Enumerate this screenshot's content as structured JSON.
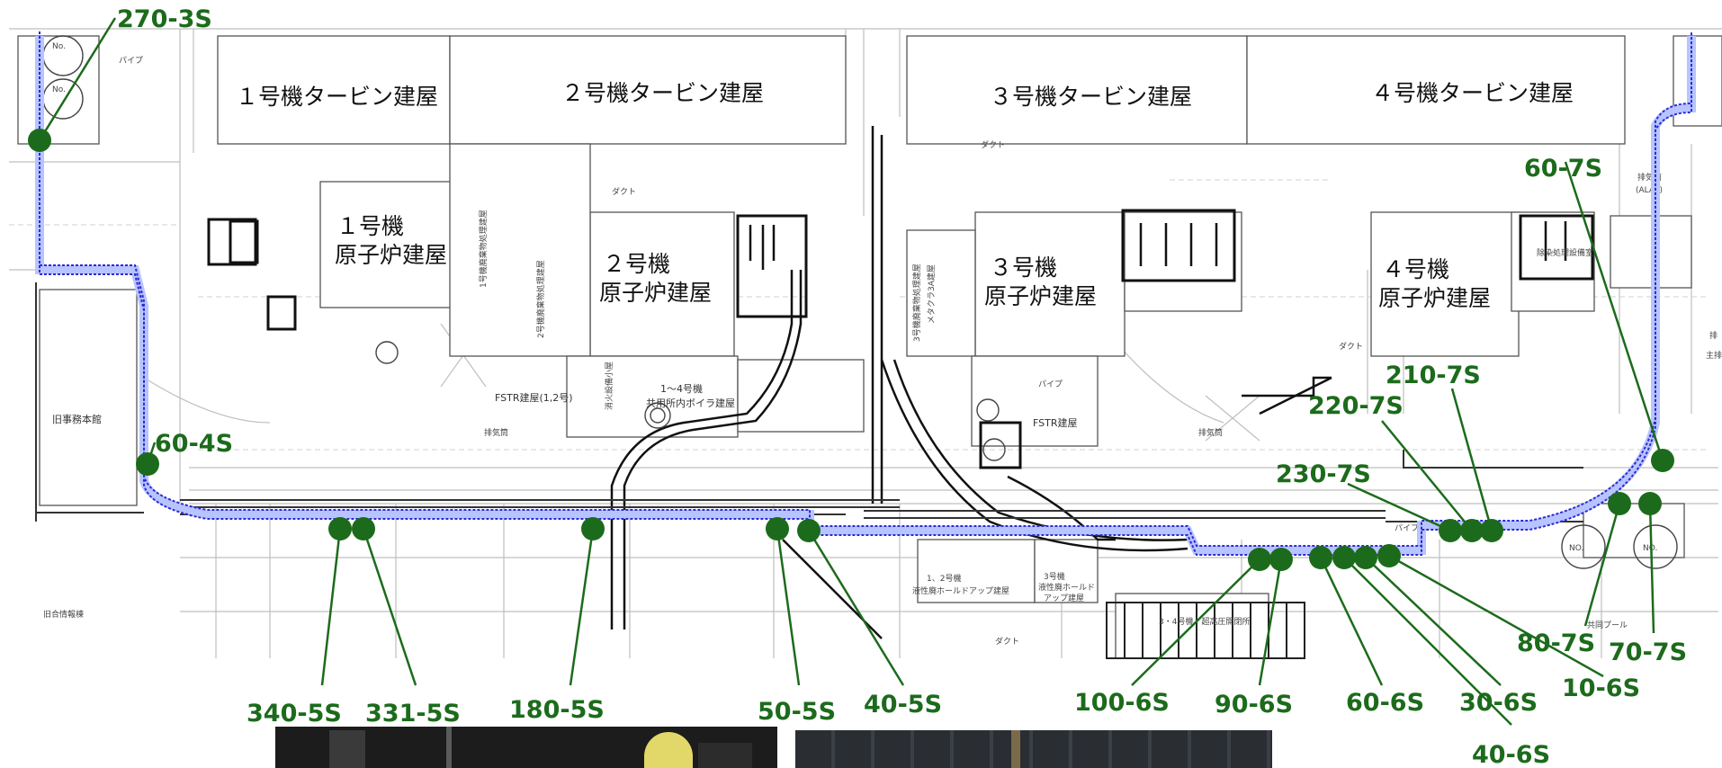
{
  "buildings": {
    "turbine_1": "１号機タービン建屋",
    "turbine_2": "２号機タービン建屋",
    "turbine_3": "３号機タービン建屋",
    "turbine_4": "４号機タービン建屋",
    "reactor_1_a": "１号機",
    "reactor_1_b": "原子炉建屋",
    "reactor_2_a": "２号機",
    "reactor_2_b": "原子炉建屋",
    "reactor_3_a": "３号機",
    "reactor_3_b": "原子炉建屋",
    "reactor_4_a": "４号機",
    "reactor_4_b": "原子炉建屋"
  },
  "small_labels": {
    "fstr_12": "FSTR建屋(1,2号)",
    "fstr_34": "FSTR建屋",
    "boiler_a": "1～4号機",
    "boiler_b": "共用所内ボイラ建屋",
    "old_office": "旧事務本館",
    "old_info": "旧合情報棟",
    "common_pool": "共同プール",
    "exhaust_stack_1": "排気筒",
    "exhaust_stack_3": "排気筒",
    "exhaust_alap_a": "排気筒",
    "exhaust_alap_b": "(ALAP)",
    "holdup_a": "1、2号機",
    "holdup_b": "液性廃ホールドアップ建屋",
    "holdup3_a": "3号機",
    "holdup3_b": "液性廃ホールド",
    "holdup3_c": "アップ建屋",
    "switchyard": "3・4号機　超高圧開閉所",
    "fire": "消火設備小屋",
    "waste_1": "1号機廃棄物処理建屋",
    "waste_2": "2号機廃棄物処理建屋",
    "waste_3": "3号機廃棄物処理建屋",
    "waste_3b": "メタクラ3A建屋",
    "pipe_1": "パイプ",
    "pipe_2": "パイプ",
    "pipe_3": "パイプ",
    "duct_1": "ダクト",
    "duct_2": "ダクト",
    "duct_3": "ダクト",
    "duct_4": "ダクト",
    "tank_no_a": "No.",
    "tank_no_b": "No.",
    "pool_no_a": "NO.",
    "pool_no_b": "NO.",
    "decon": "除染処理設備室",
    "right_edge_a": "排",
    "right_edge_b": "主排"
  },
  "markers": [
    {
      "id": "270-3S",
      "label": "270-3S"
    },
    {
      "id": "60-4S",
      "label": "60-4S"
    },
    {
      "id": "340-5S",
      "label": "340-5S"
    },
    {
      "id": "331-5S",
      "label": "331-5S"
    },
    {
      "id": "180-5S",
      "label": "180-5S"
    },
    {
      "id": "50-5S",
      "label": "50-5S"
    },
    {
      "id": "40-5S",
      "label": "40-5S"
    },
    {
      "id": "100-6S",
      "label": "100-6S"
    },
    {
      "id": "90-6S",
      "label": "90-6S"
    },
    {
      "id": "60-6S",
      "label": "60-6S"
    },
    {
      "id": "40-6S",
      "label": "40-6S"
    },
    {
      "id": "30-6S",
      "label": "30-6S"
    },
    {
      "id": "10-6S",
      "label": "10-6S"
    },
    {
      "id": "230-7S",
      "label": "230-7S"
    },
    {
      "id": "220-7S",
      "label": "220-7S"
    },
    {
      "id": "210-7S",
      "label": "210-7S"
    },
    {
      "id": "60-7S",
      "label": "60-7S"
    },
    {
      "id": "80-7S",
      "label": "80-7S"
    },
    {
      "id": "70-7S",
      "label": "70-7S"
    }
  ],
  "colors": {
    "marker": "#1c6b1c",
    "route": "#2b2bd6",
    "route_fill": "#b8c4ff",
    "plan_line": "#8a8a8a"
  }
}
